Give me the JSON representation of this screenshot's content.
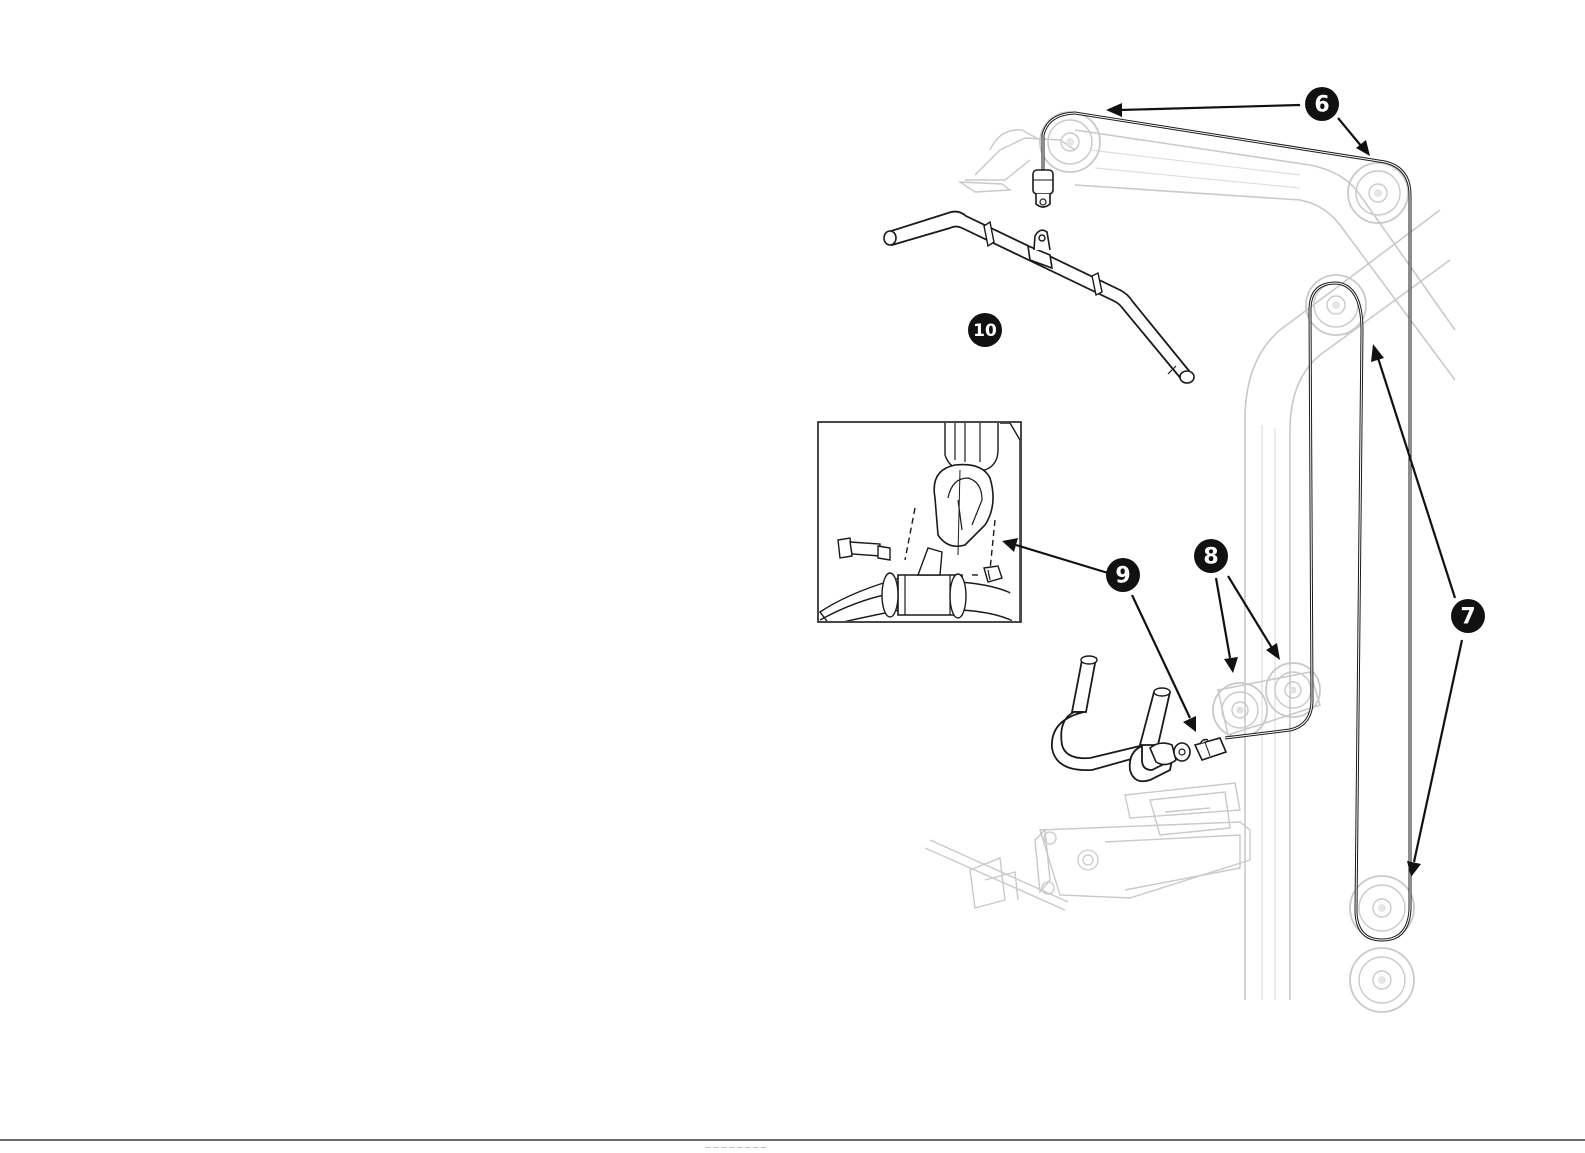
{
  "callouts": [
    {
      "id": "6",
      "label": "6"
    },
    {
      "id": "7",
      "label": "7"
    },
    {
      "id": "8",
      "label": "8"
    },
    {
      "id": "9",
      "label": "9"
    },
    {
      "id": "10",
      "label": "10"
    }
  ],
  "colors": {
    "ink": "#111111",
    "ghost": "#c9c9c9",
    "background": "#ffffff"
  },
  "footer": {
    "text": "—  — — —  — — — —"
  }
}
